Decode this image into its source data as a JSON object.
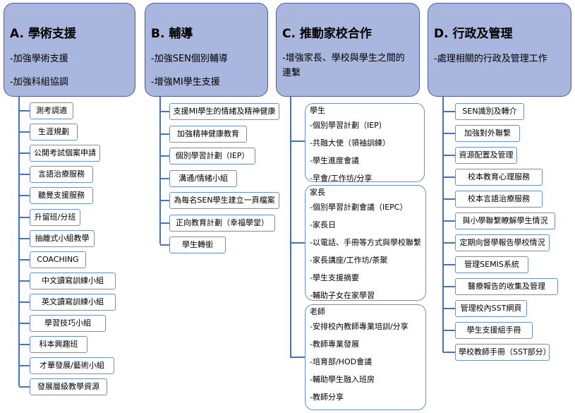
{
  "columns": {
    "a": {
      "title": "A. 學術支援",
      "lines": [
        "-加強學術支援",
        "-加強科組協調"
      ],
      "items": [
        "測考調適",
        "生涯規劃",
        "公開考試個案申請",
        "言語治療服務",
        "聽覺支援服務",
        "升留班/分班",
        "抽離式小組教學",
        "COACHING",
        "中文讀寫訓練小組",
        "英文讀寫訓練小組",
        "學習技巧小組",
        "科本興趣班",
        "才華發展/藝術小組",
        "發展層級教學資源"
      ]
    },
    "b": {
      "title": "B. 輔導",
      "lines": [
        "-加強SEN個別輔導",
        "-增強MI學生支援"
      ],
      "items": [
        "支援MI學生的情緒及精神健康",
        "加強精神健康教育",
        "個別學習計劃（IEP）",
        "溝通/情緒小組",
        "為每名SEN學生建立一頁檔案",
        "正向教育計劃（幸福學堂）",
        "學生轉銜"
      ]
    },
    "c": {
      "title": "C. 推動家校合作",
      "lines": [
        "-增強家長、學校與學生之間的連繫"
      ],
      "groups": [
        {
          "heading": "學生",
          "items": [
            "-個別學習計劃（IEP）",
            "-共融大使（領袖訓練）",
            "-學生進度會議",
            "-早會/工作坊/分享"
          ]
        },
        {
          "heading": "家長",
          "items": [
            "-個別學習計劃會議（IEPC）",
            "-家長日",
            "-以電話、手冊等方式與學校聯繫",
            "-家長講座/工作坊/茶聚",
            "-學生支援摘要",
            "-輔助子女在家學習"
          ]
        },
        {
          "heading": "老師",
          "items": [
            "-安排校內教師專業培訓/分享",
            "-教師專業發展",
            "-培育部/HOD會議",
            "-輔助學生融入班房",
            "-教師分享"
          ]
        }
      ]
    },
    "d": {
      "title": "D. 行政及管理",
      "lines": [
        "-處理相關的行政及管理工作"
      ],
      "items": [
        "SEN識別及轉介",
        "加強對外聯繫",
        "資源配置及管理",
        "校本教育心理服務",
        "校本言語治療服務",
        "與小學聯繫瞭解學生情況",
        "定期向督學報告學校情況",
        "管理SEMIS系統",
        "醫療報告的收集及管理",
        "管理校內SST網頁",
        "學生支援組手冊",
        "學校教師手冊（SST部分）"
      ]
    }
  }
}
